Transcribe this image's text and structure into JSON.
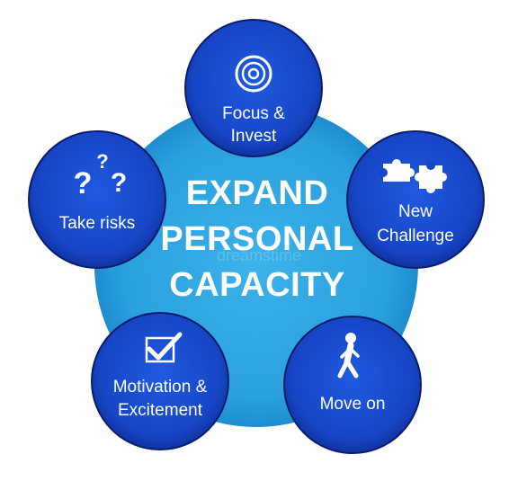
{
  "diagram": {
    "center": {
      "lines": [
        "EXPAND",
        "PERSONAL",
        "CAPACITY"
      ]
    },
    "nodes": [
      {
        "id": "focus",
        "lines": [
          "Focus &",
          "Invest"
        ],
        "icon": "target-icon"
      },
      {
        "id": "challenge",
        "lines": [
          "New",
          "Challenge"
        ],
        "icon": "puzzle-icon"
      },
      {
        "id": "move",
        "lines": [
          "Move on"
        ],
        "icon": "walking-person-icon"
      },
      {
        "id": "motivation",
        "lines": [
          "Motivation &",
          "Excitement"
        ],
        "icon": "checkbox-icon"
      },
      {
        "id": "risks",
        "lines": [
          "Take risks"
        ],
        "icon": "question-marks-icon"
      }
    ],
    "watermark": "dreamstime",
    "colors": {
      "center_fill": "#2aa3e0",
      "node_fill": "#1747c8",
      "node_stroke": "#0b1c6e",
      "text": "#ffffff"
    }
  }
}
